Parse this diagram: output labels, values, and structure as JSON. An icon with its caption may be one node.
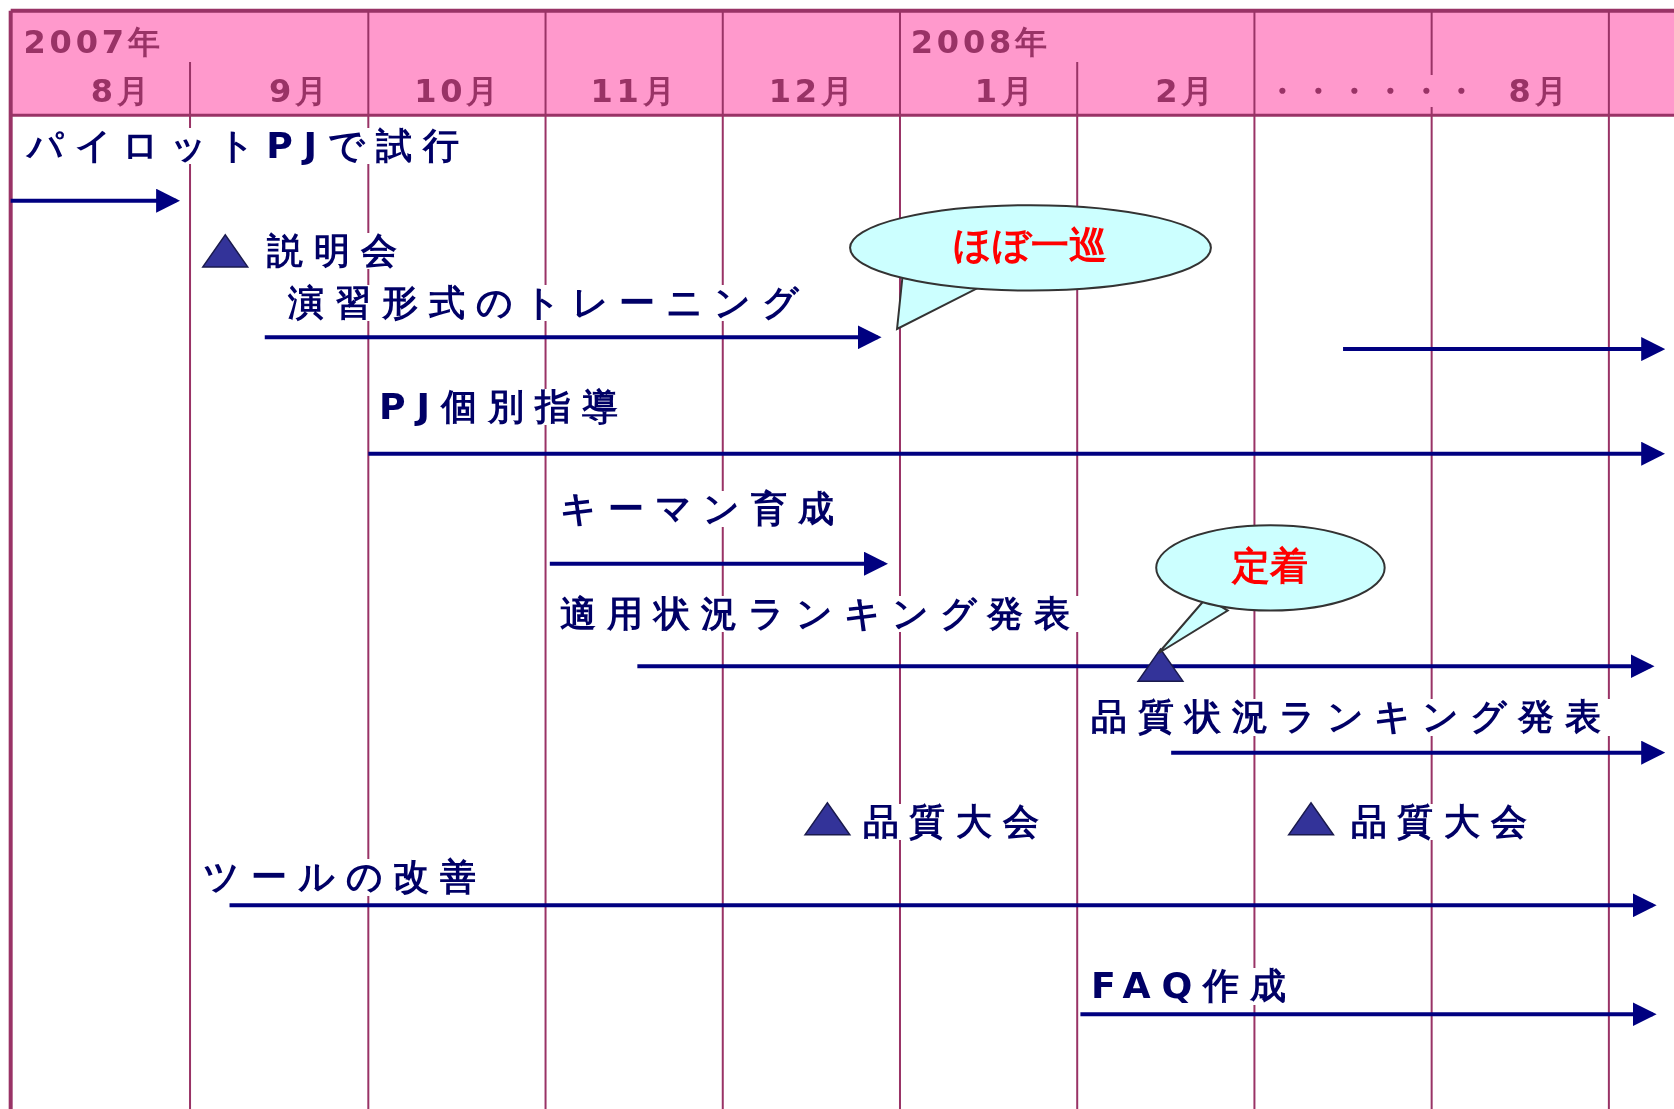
{
  "diagram": {
    "nodes": [
      {
        "text": [
          "ほぼ一巡"
        ]
      },
      {
        "text": [
          "定着"
        ]
      }
    ],
    "labels": [
      "2007年",
      "2008年",
      "8月",
      "9月",
      "10月",
      "11月",
      "12月",
      "1月",
      "2月",
      "・・・・・・",
      "8月",
      "パイロットPJで試行",
      "説明会",
      "演習形式のトレーニング",
      "PJ個別指導",
      "キーマン育成",
      "適用状況ランキング発表",
      "品質状況ランキング発表",
      "品質大会",
      "品質大会",
      "ツールの改善",
      "FAQ作成"
    ]
  }
}
